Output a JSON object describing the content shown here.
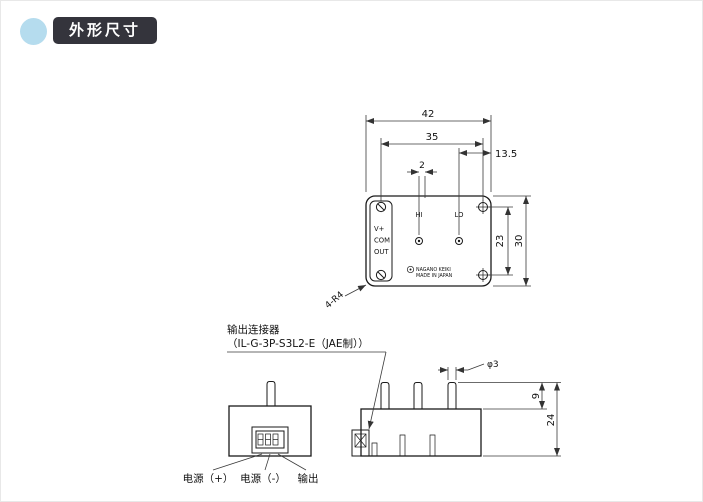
{
  "header": {
    "title": "外形尺寸",
    "badge_bg": "#34343c",
    "dot_color": "#b5dcee"
  },
  "top_view": {
    "dims": {
      "overall_width": "42",
      "hole_span_width": "35",
      "right_offset": "13.5",
      "adj_offset": "2",
      "hole_span_height": "23",
      "overall_height": "30"
    },
    "terminals": [
      "V+",
      "COM",
      "OUT"
    ],
    "adjusters": [
      "HI",
      "LO"
    ],
    "brand_line1": "NAGANO KEIKI",
    "brand_line2": "MADE IN JAPAN",
    "corner_callout": "4-R4"
  },
  "bottom_views": {
    "connector_label_line1": "输出连接器",
    "connector_label_line2": "（IL-G-3P-S3L2-E（JAE制））",
    "dims": {
      "pin_diameter": "φ3",
      "pin_height": "9",
      "overall_height": "24"
    },
    "pin_labels": [
      "电源（+）",
      "电源（-）",
      "输出"
    ]
  },
  "colors": {
    "line": "#1a1a1a",
    "dim_line": "#3a3a3a"
  }
}
